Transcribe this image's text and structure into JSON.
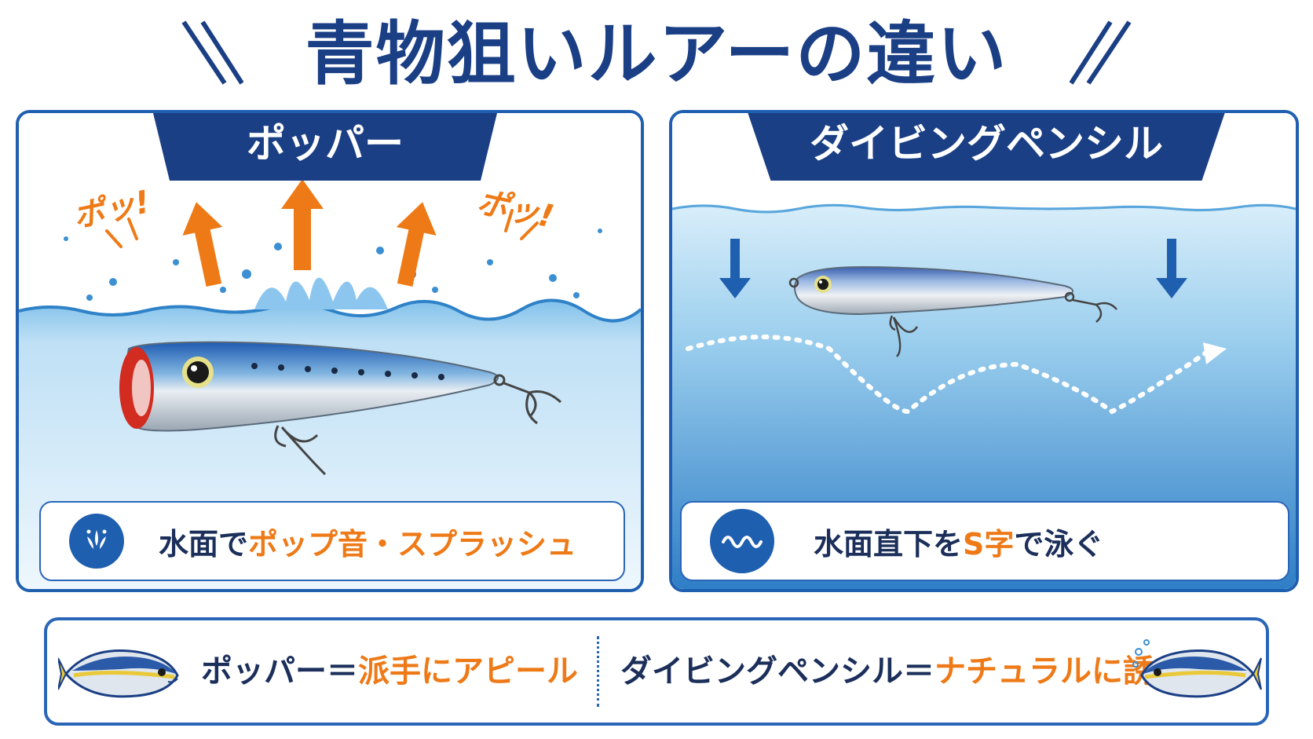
{
  "title": "青物狙いルアーの違い",
  "popper": {
    "tab_label": "ポッパー",
    "sound_left": "ポッ!",
    "sound_right": "ポッ!",
    "caption_pre": "水面で",
    "caption_highlight": "ポップ音・スプラッシュ",
    "icon": "splash-icon"
  },
  "diving_pencil": {
    "tab_label": "ダイビングペンシル",
    "caption_pre": "水面直下を",
    "caption_highlight": "S字",
    "caption_post": "で泳ぐ",
    "icon": "wave-icon"
  },
  "summary": {
    "left_pre": "ポッパー＝",
    "left_highlight": "派手にアピール",
    "right_pre": "ダイビングペンシル＝",
    "right_highlight": "ナチュラルに誘う"
  },
  "colors": {
    "navy": "#1b3f85",
    "orange": "#ee7a17",
    "water": "#2f82c8"
  }
}
